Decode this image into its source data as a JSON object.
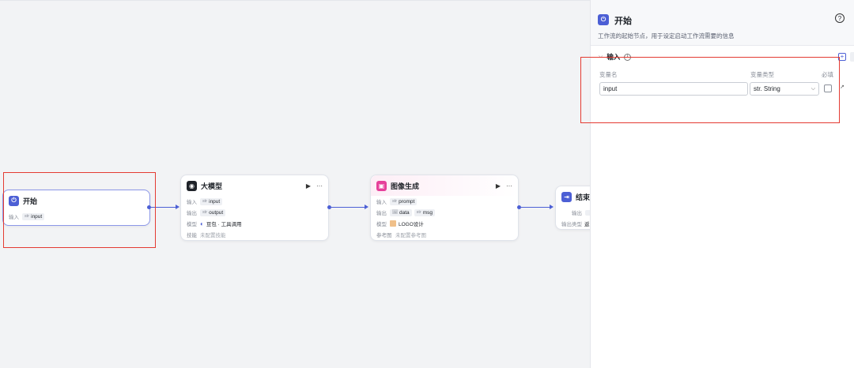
{
  "canvas": {
    "nodes": {
      "start": {
        "title": "开始",
        "input_label": "输入",
        "input_tag": {
          "type": "str",
          "name": "input"
        }
      },
      "llm": {
        "title": "大模型",
        "run_icon": "play-icon",
        "more_label": "···",
        "rows": {
          "input_label": "输入",
          "input_tag": {
            "type": "str",
            "name": "input"
          },
          "output_label": "输出",
          "output_tag": {
            "type": "str",
            "name": "output"
          },
          "model_label": "模型",
          "model_value": "豆包 · 工具调用",
          "skill_label": "技能",
          "skill_value": "未配置技能"
        }
      },
      "image": {
        "title": "图像生成",
        "run_icon": "play-icon",
        "more_label": "···",
        "rows": {
          "input_label": "输入",
          "input_tag": {
            "type": "str",
            "name": "prompt"
          },
          "output_label": "输出",
          "output_tags": [
            {
              "type": "img",
              "name": "data"
            },
            {
              "type": "str",
              "name": "msg"
            }
          ],
          "model_label": "模型",
          "model_value": "LOGO设计",
          "ref_label": "参考图",
          "ref_value": "未配置参考图"
        }
      },
      "end": {
        "title": "结束",
        "output_label": "输出",
        "output_type_label": "输出类型",
        "output_type_value": "返"
      }
    }
  },
  "panel": {
    "title": "开始",
    "description": "工作流的起始节点，用于设定启动工作流需要的信息",
    "help_icon": "question-circle-icon",
    "section": {
      "title": "输入",
      "info_icon": "info-icon"
    },
    "table": {
      "col_name": "变量名",
      "col_type": "变量类型",
      "col_required": "必填",
      "rows": [
        {
          "name": "input",
          "type": "str. String",
          "required": false
        }
      ]
    }
  },
  "colors": {
    "accent": "#4c5fd5",
    "highlight": "#e43b32",
    "llm_icon": "#1f2329",
    "image_icon": "#e6409a"
  }
}
